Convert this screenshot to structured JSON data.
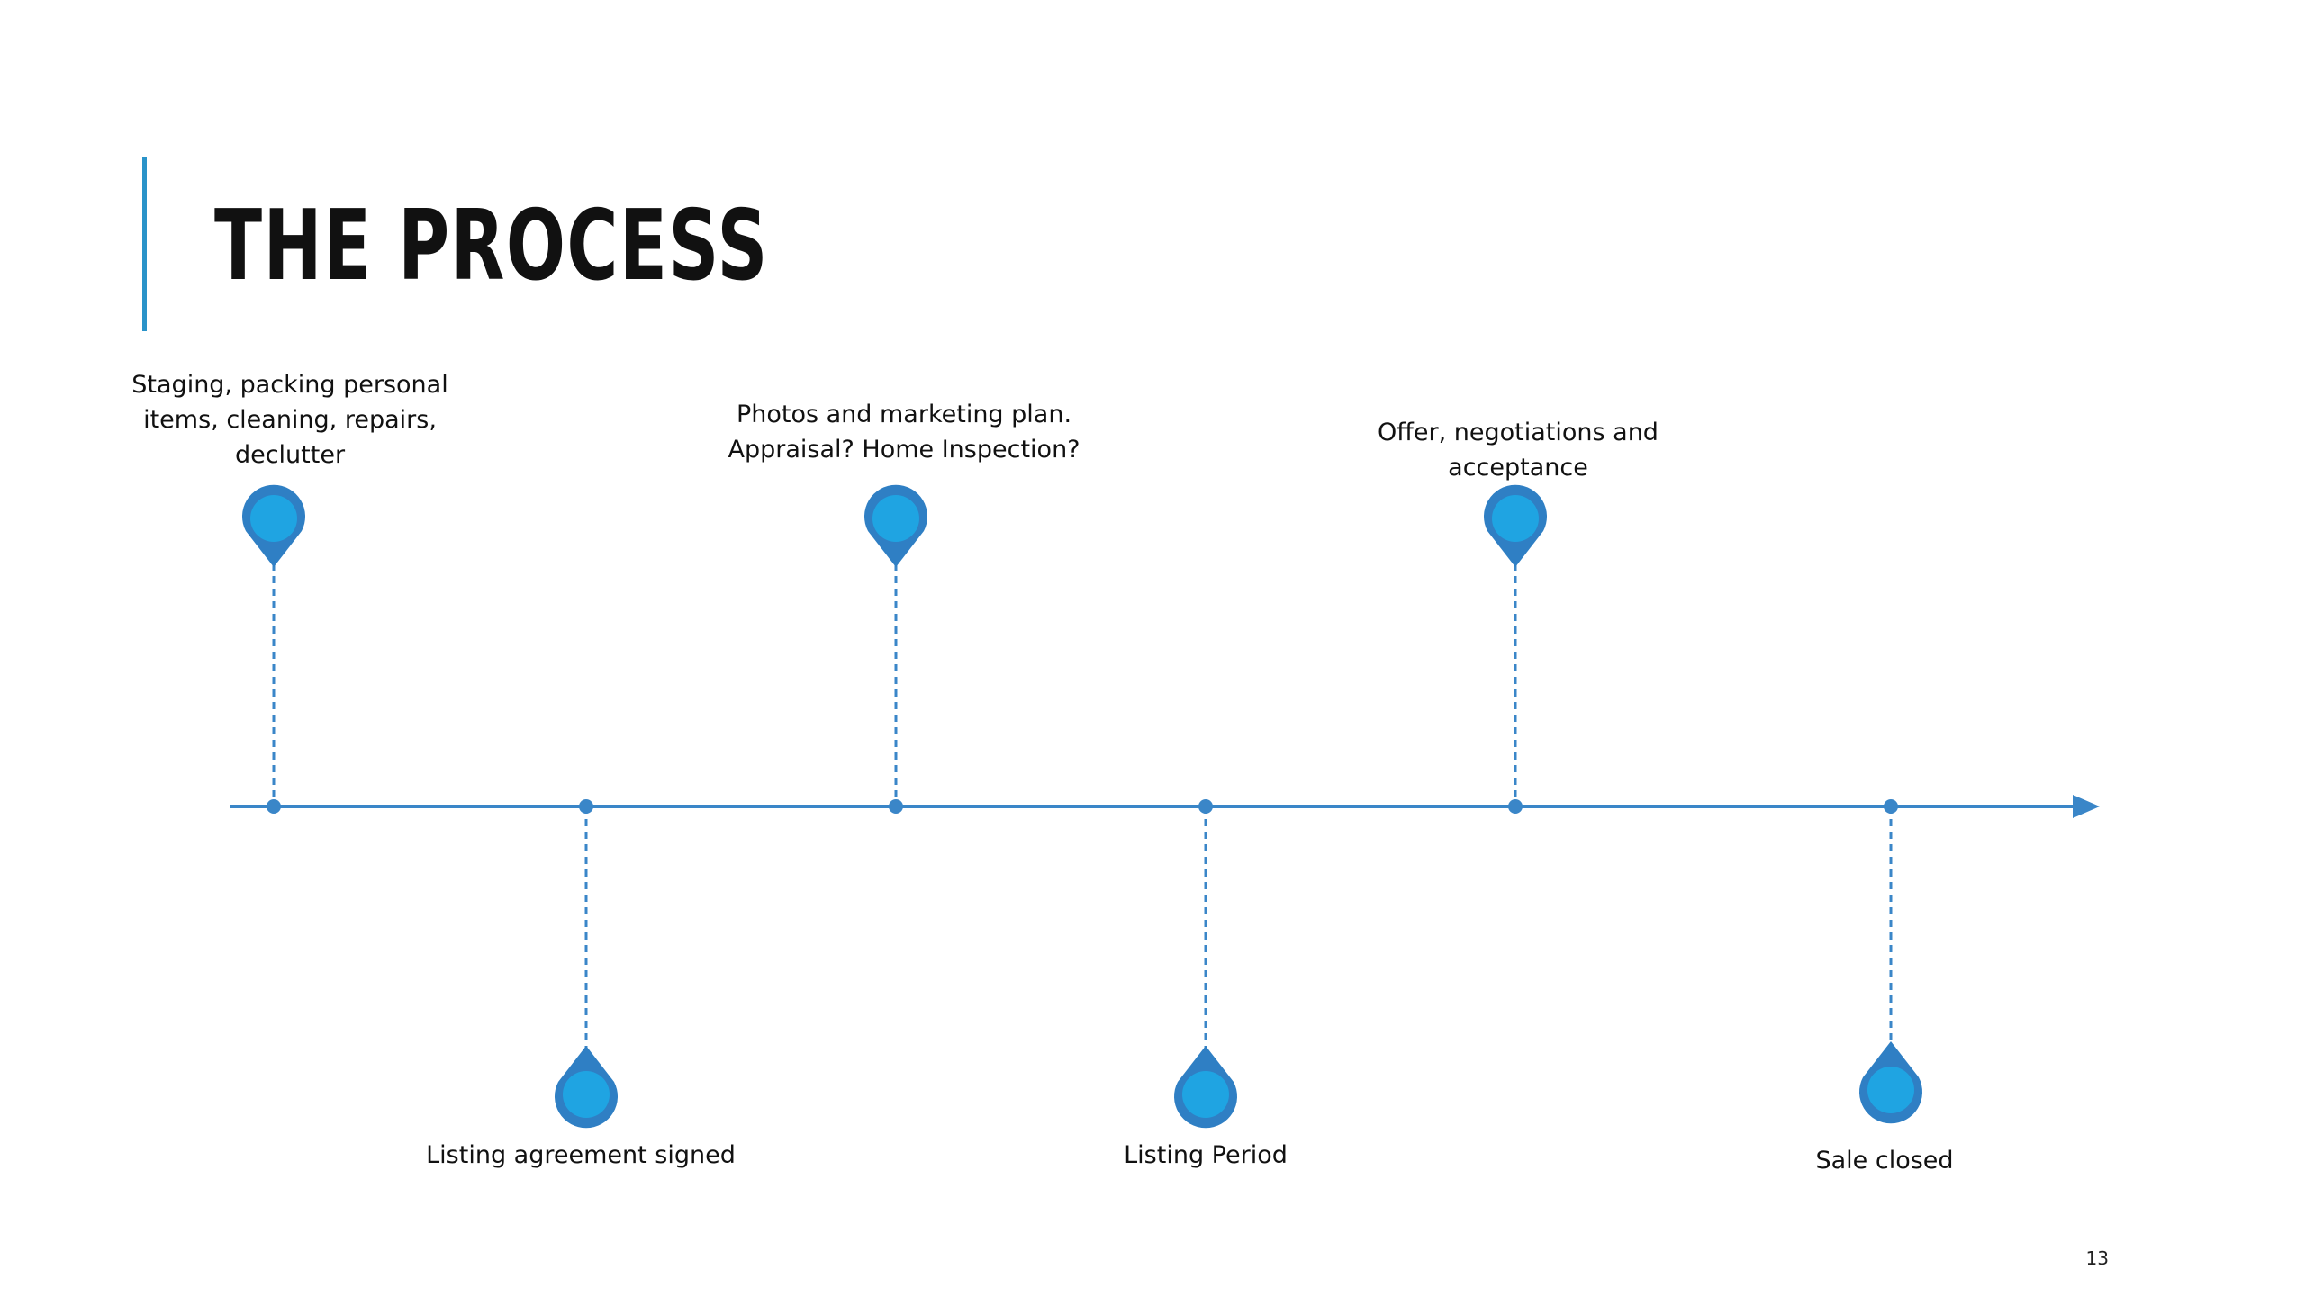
{
  "slide": {
    "title": "THE PROCESS",
    "page_number": "13"
  },
  "colors": {
    "accent": "#2a93c9",
    "line": "#3a86c8",
    "pin_outer": "#2f7fc4",
    "pin_inner": "#1fa4e2"
  },
  "timeline": {
    "steps": [
      {
        "label": "Staging, packing personal\nitems, cleaning, repairs,\ndeclutter",
        "position": "above"
      },
      {
        "label": "Listing agreement signed",
        "position": "below"
      },
      {
        "label": "Photos and marketing plan.\nAppraisal? Home Inspection?",
        "position": "above"
      },
      {
        "label": "Listing Period",
        "position": "below"
      },
      {
        "label": "Offer, negotiations and\nacceptance",
        "position": "above"
      },
      {
        "label": "Sale closed",
        "position": "below"
      }
    ]
  }
}
